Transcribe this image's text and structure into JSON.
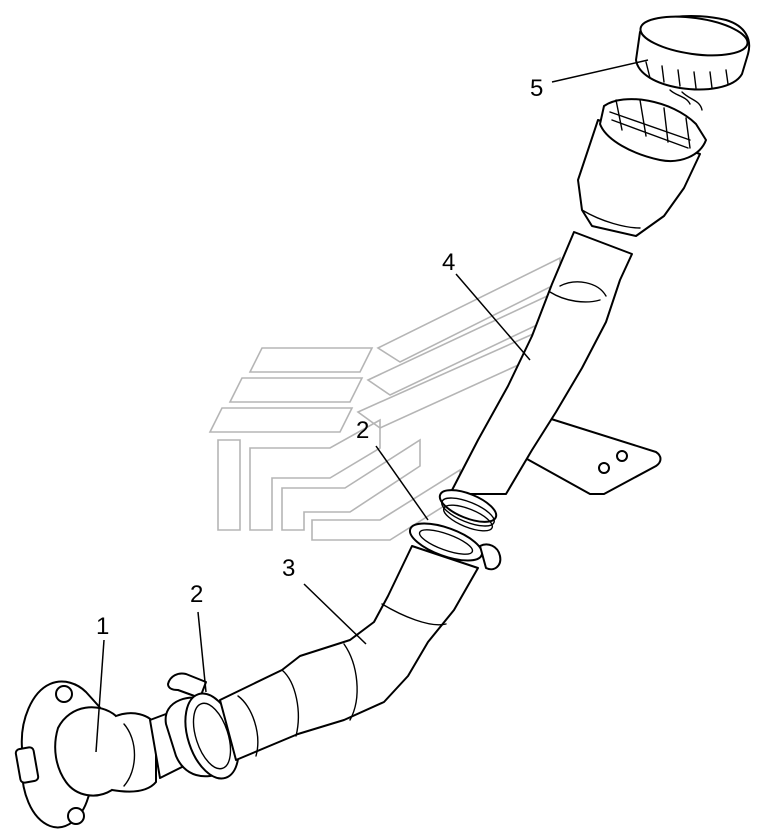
{
  "callouts": [
    {
      "id": "1",
      "label": "1"
    },
    {
      "id": "2a",
      "label": "2"
    },
    {
      "id": "2b",
      "label": "2"
    },
    {
      "id": "3",
      "label": "3"
    },
    {
      "id": "4",
      "label": "4"
    },
    {
      "id": "5",
      "label": "5"
    }
  ],
  "colors": {
    "line": "#000000",
    "watermark": "#b5b5b5",
    "background": "#ffffff"
  }
}
